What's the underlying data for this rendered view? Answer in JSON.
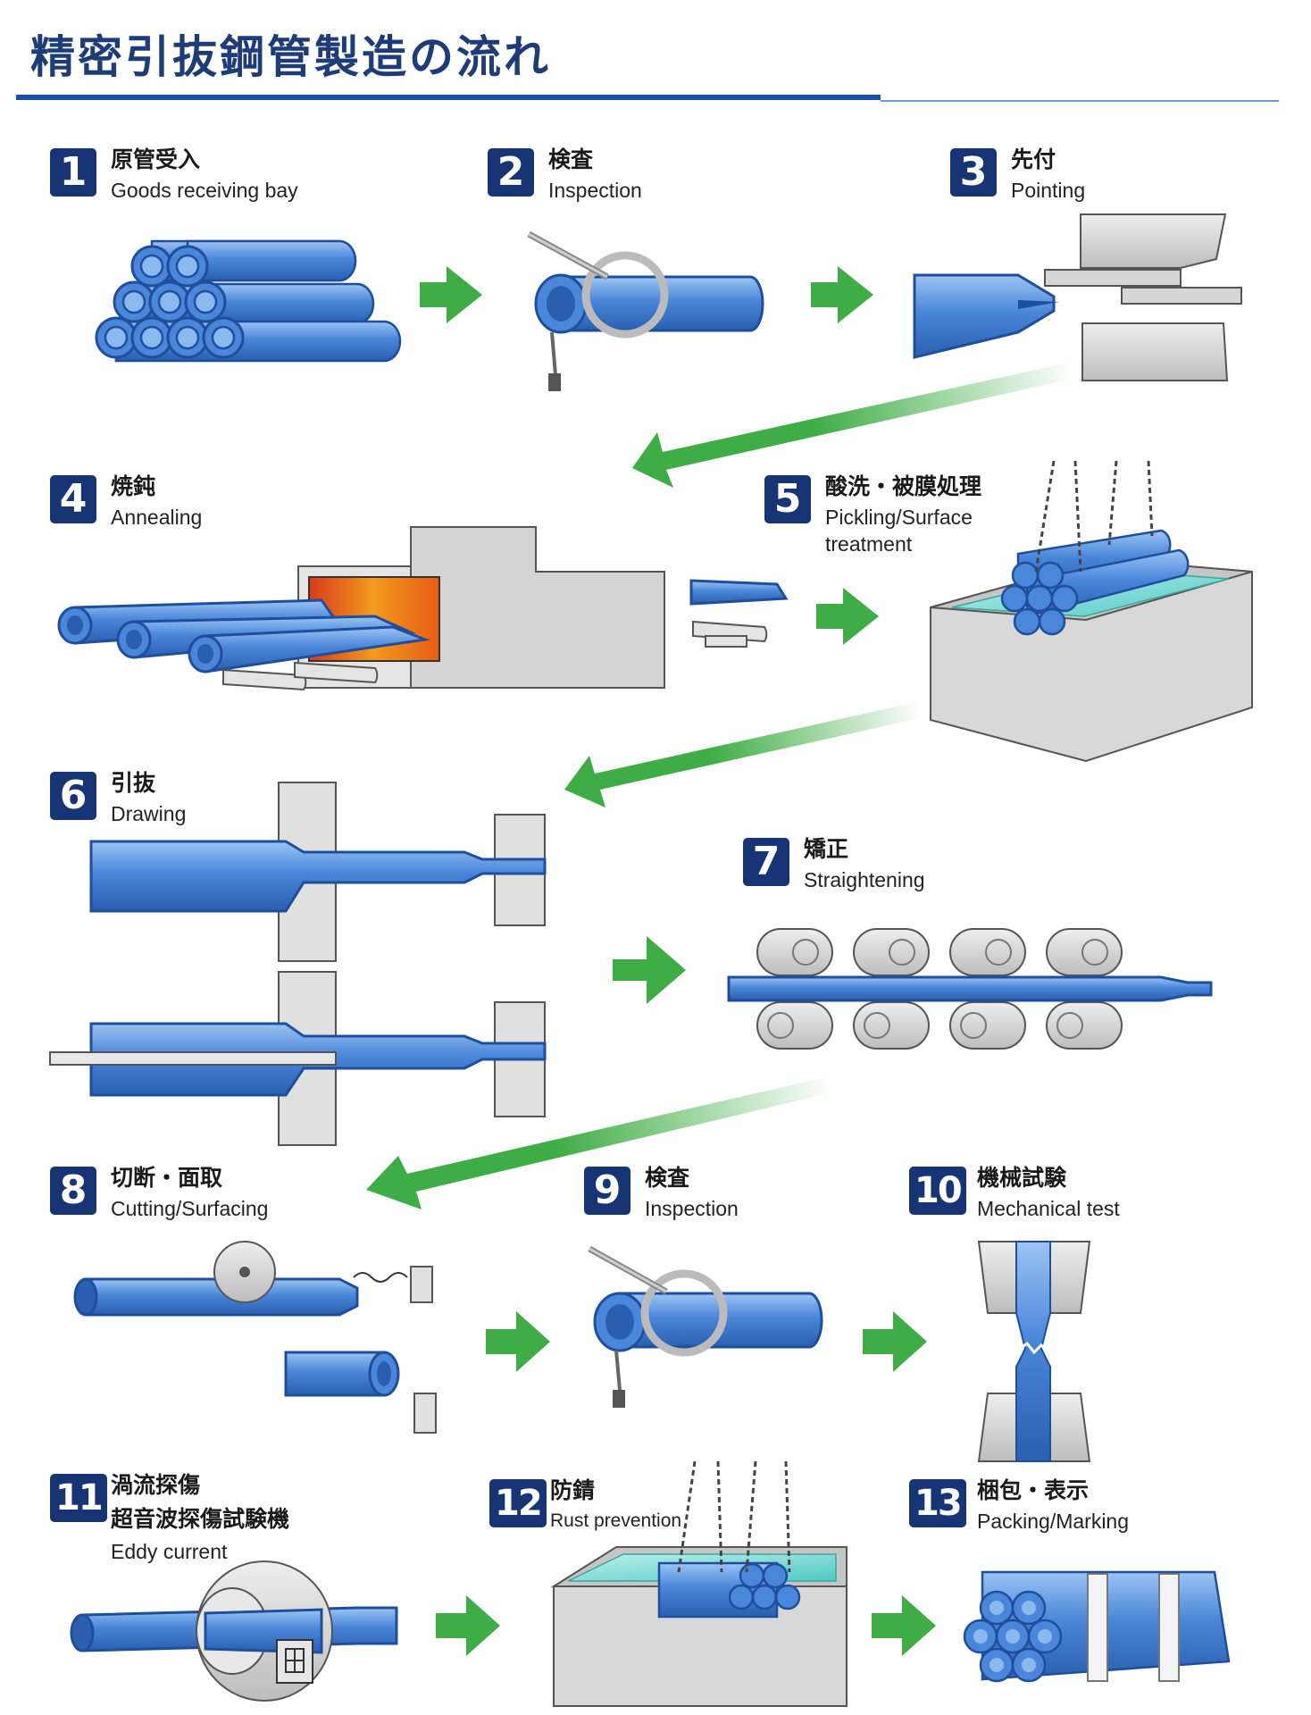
{
  "title": "精密引抜鋼管製造の流れ",
  "steps": [
    {
      "num": "1",
      "jp": "原管受入",
      "en": "Goods receiving bay"
    },
    {
      "num": "2",
      "jp": "検査",
      "en": "Inspection"
    },
    {
      "num": "3",
      "jp": "先付",
      "en": "Pointing"
    },
    {
      "num": "4",
      "jp": "焼鈍",
      "en": "Annealing"
    },
    {
      "num": "5",
      "jp": "酸洗・被膜処理",
      "en": "Pickling/Surface",
      "en2": "treatment"
    },
    {
      "num": "6",
      "jp": "引抜",
      "en": "Drawing"
    },
    {
      "num": "7",
      "jp": "矯正",
      "en": "Straightening"
    },
    {
      "num": "8",
      "jp": "切断・面取",
      "en": "Cutting/Surfacing"
    },
    {
      "num": "9",
      "jp": "検査",
      "en": "Inspection"
    },
    {
      "num": "10",
      "jp": "機械試験",
      "en": "Mechanical test"
    },
    {
      "num": "11",
      "jp": "渦流探傷",
      "jp2": "超音波探傷試験機",
      "en": "Eddy current"
    },
    {
      "num": "12",
      "jp": "防錆",
      "en": "Rust prevention"
    },
    {
      "num": "13",
      "jp": "梱包・表示",
      "en": "Packing/Marking"
    }
  ],
  "colors": {
    "tube": "#4a86d9",
    "tube_light": "#8cb8f0",
    "tube_dark": "#1f4e9c",
    "arrow": "#3fad45",
    "machine": "#d9d9d9",
    "header": "#173574"
  }
}
